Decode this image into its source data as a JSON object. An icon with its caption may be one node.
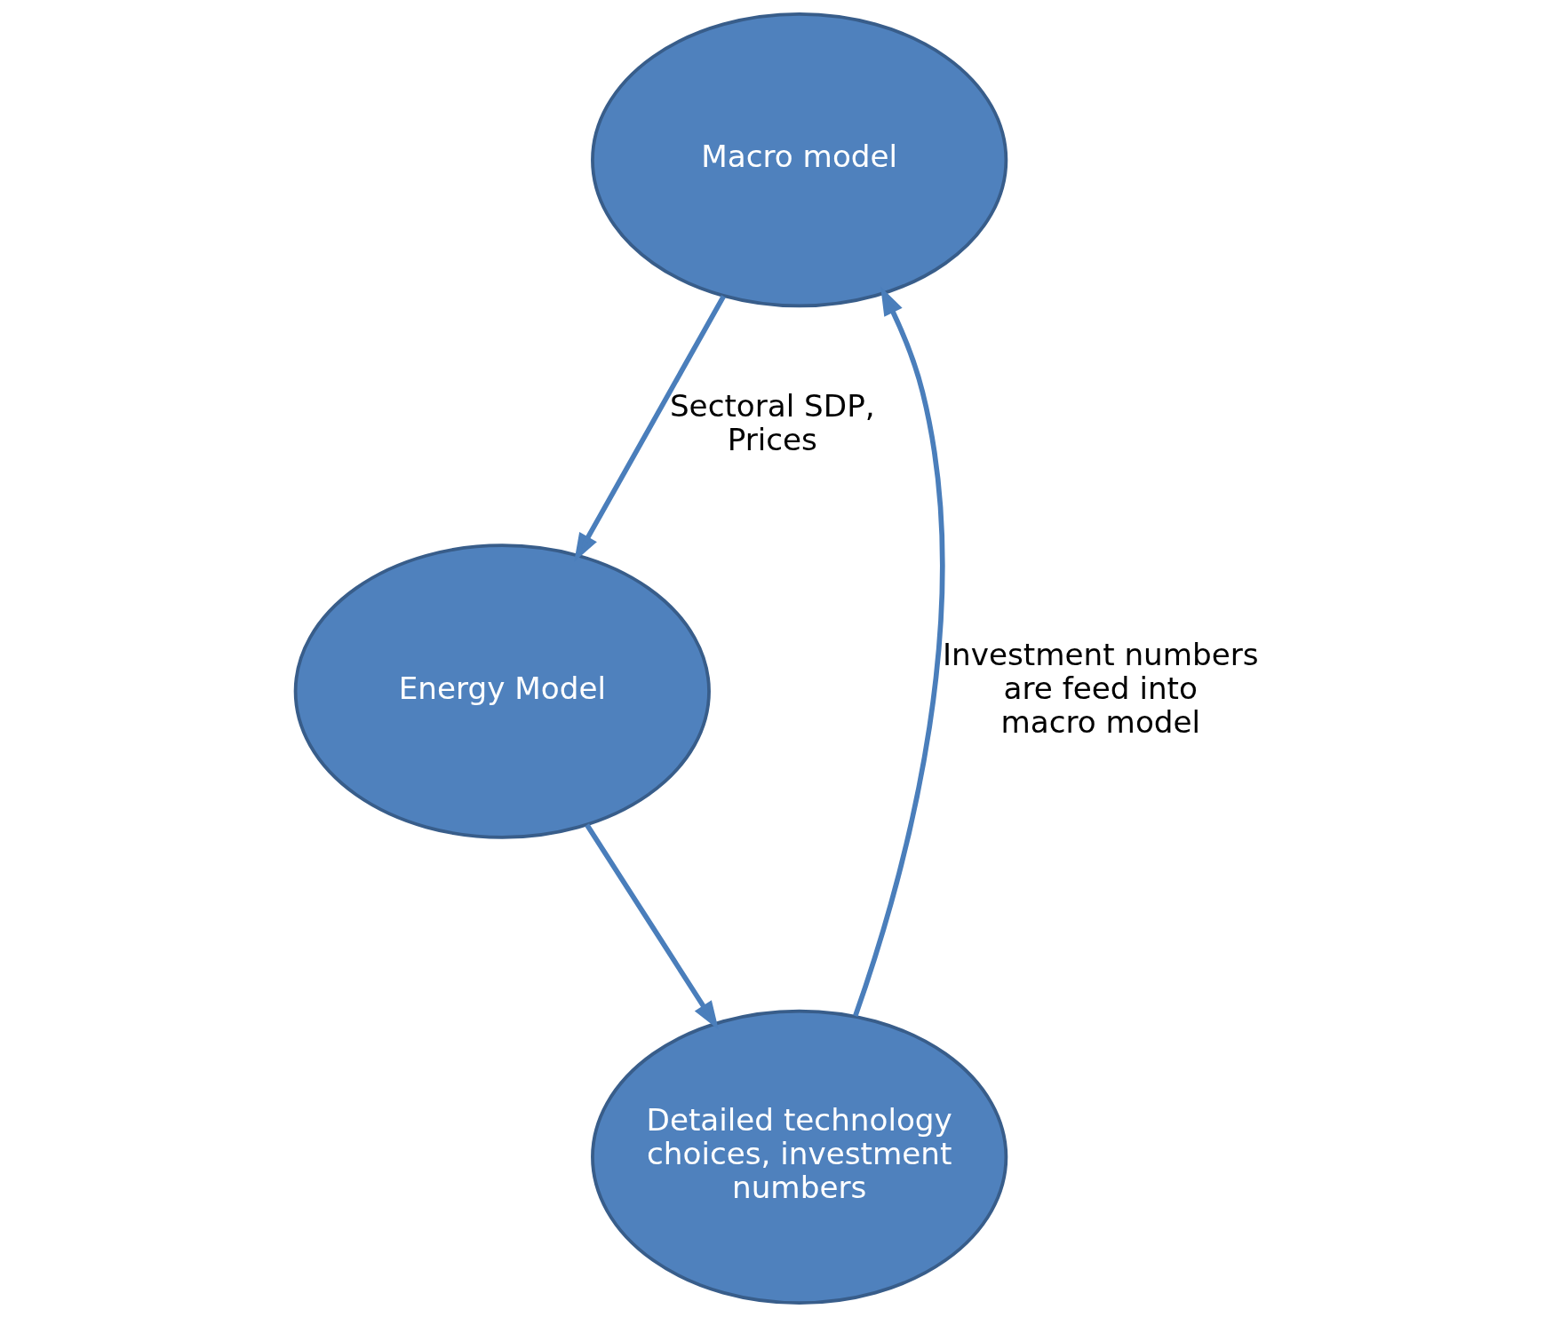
{
  "diagram": {
    "nodes": [
      {
        "text": [
          "Macro model"
        ]
      },
      {
        "text": [
          "Energy Model"
        ]
      },
      {
        "text": [
          "Detailed technology choices, investment numbers"
        ]
      }
    ],
    "edges": [
      {
        "from": 0,
        "to": 1,
        "arrow": "to",
        "label": "Sectoral SDP, Prices"
      },
      {
        "from": 1,
        "to": 2,
        "arrow": "to"
      },
      {
        "from": 2,
        "to": 0,
        "arrow": "to",
        "label": "Investment numbers are feed into macro model"
      }
    ]
  }
}
